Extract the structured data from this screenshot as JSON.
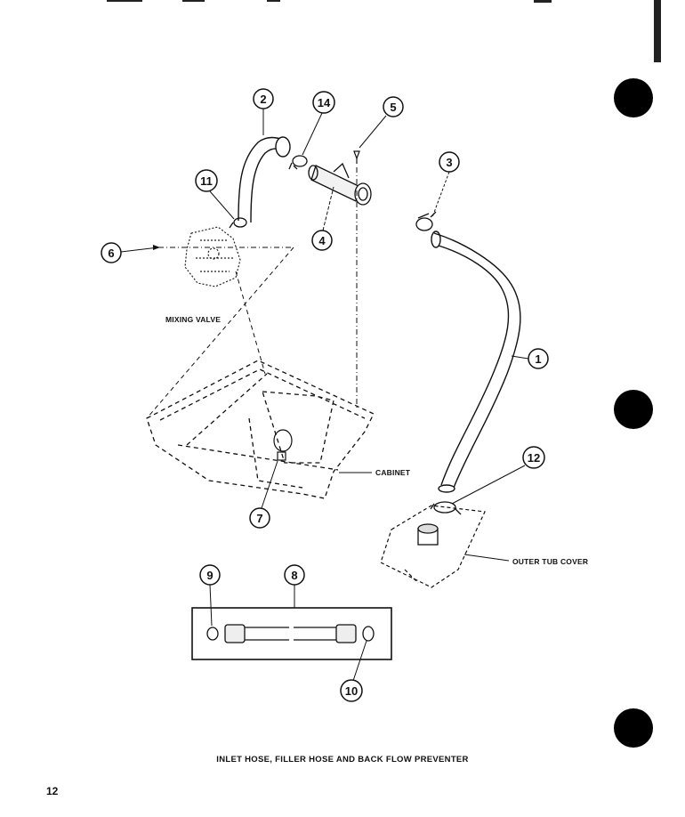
{
  "callouts": [
    {
      "num": "1"
    },
    {
      "num": "2"
    },
    {
      "num": "3"
    },
    {
      "num": "4"
    },
    {
      "num": "5"
    },
    {
      "num": "6"
    },
    {
      "num": "7"
    },
    {
      "num": "8"
    },
    {
      "num": "9"
    },
    {
      "num": "10"
    },
    {
      "num": "11"
    },
    {
      "num": "12"
    },
    {
      "num": "14"
    }
  ],
  "labels": {
    "mixing_valve": "MIXING VALVE",
    "cabinet": "CABINET",
    "outer_tub_cover": "OUTER TUB COVER"
  },
  "caption": "INLET HOSE, FILLER HOSE AND BACK FLOW PREVENTER",
  "page_number": "12"
}
